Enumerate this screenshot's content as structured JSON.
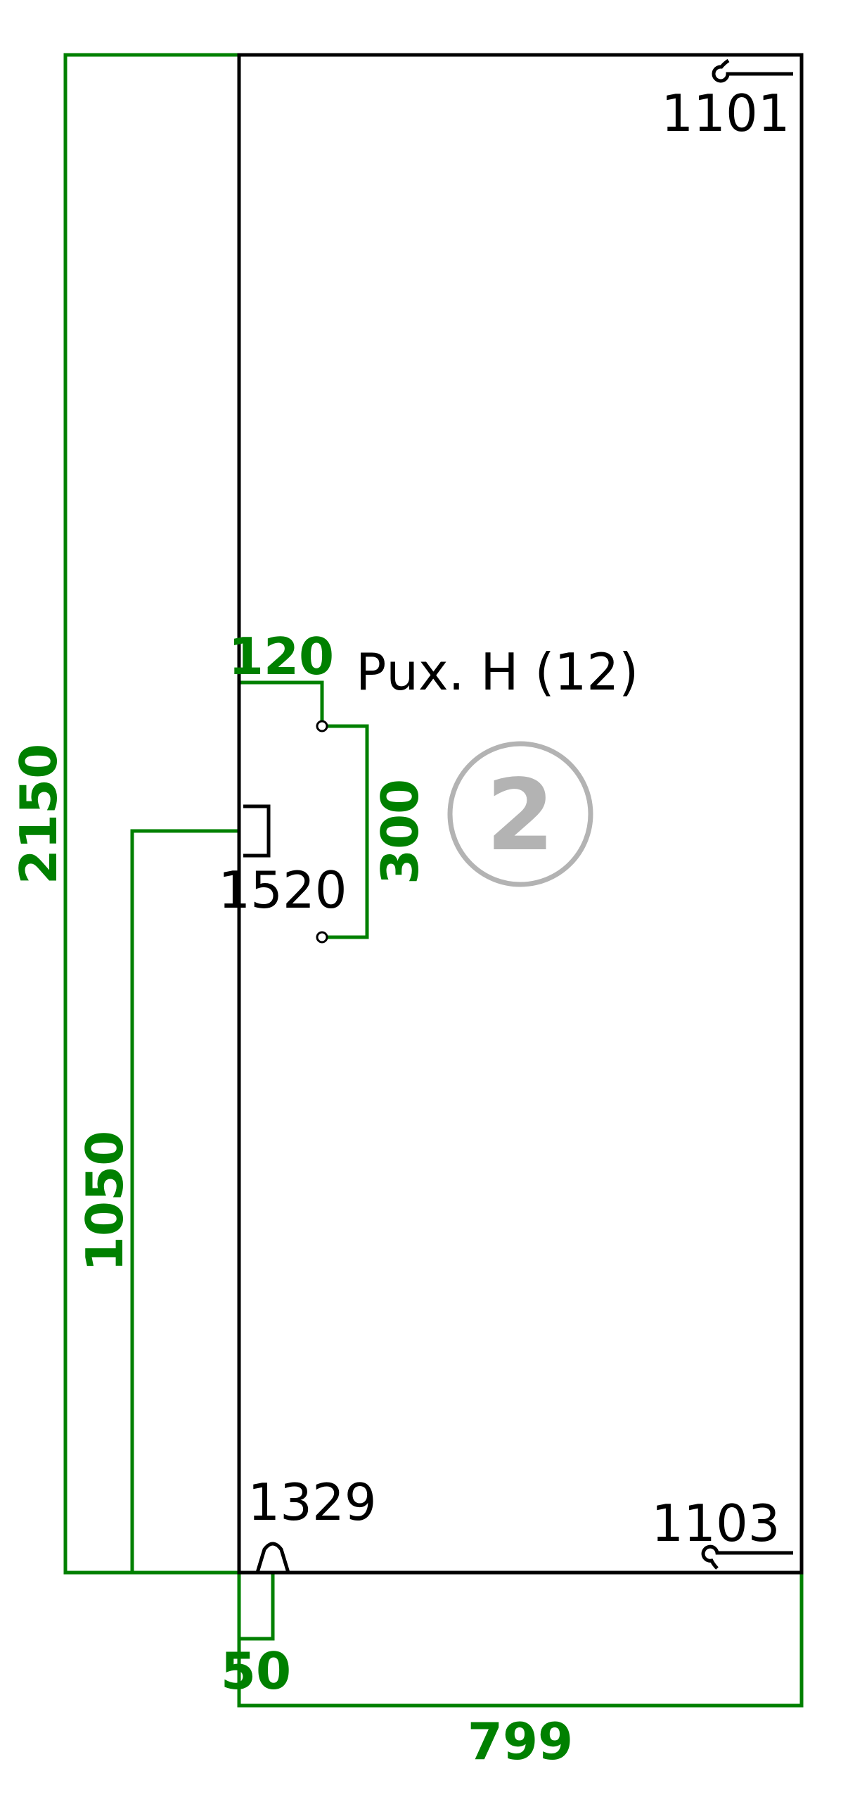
{
  "colors": {
    "dimension": "#008000",
    "outline": "#000000",
    "badge": "#b3b3b3",
    "background": "#ffffff"
  },
  "dimensions": {
    "total_height": "2150",
    "handle_height": "1050",
    "handle_offset": "120",
    "hole_spacing": "300",
    "hinge_offset": "50",
    "width": "799"
  },
  "parts": {
    "top_hinge": "1101",
    "bottom_hinge": "1103",
    "lock": "1520",
    "bottom_fitting": "1329",
    "handle": "Рux. H (12)"
  },
  "badge": {
    "number": "2"
  }
}
